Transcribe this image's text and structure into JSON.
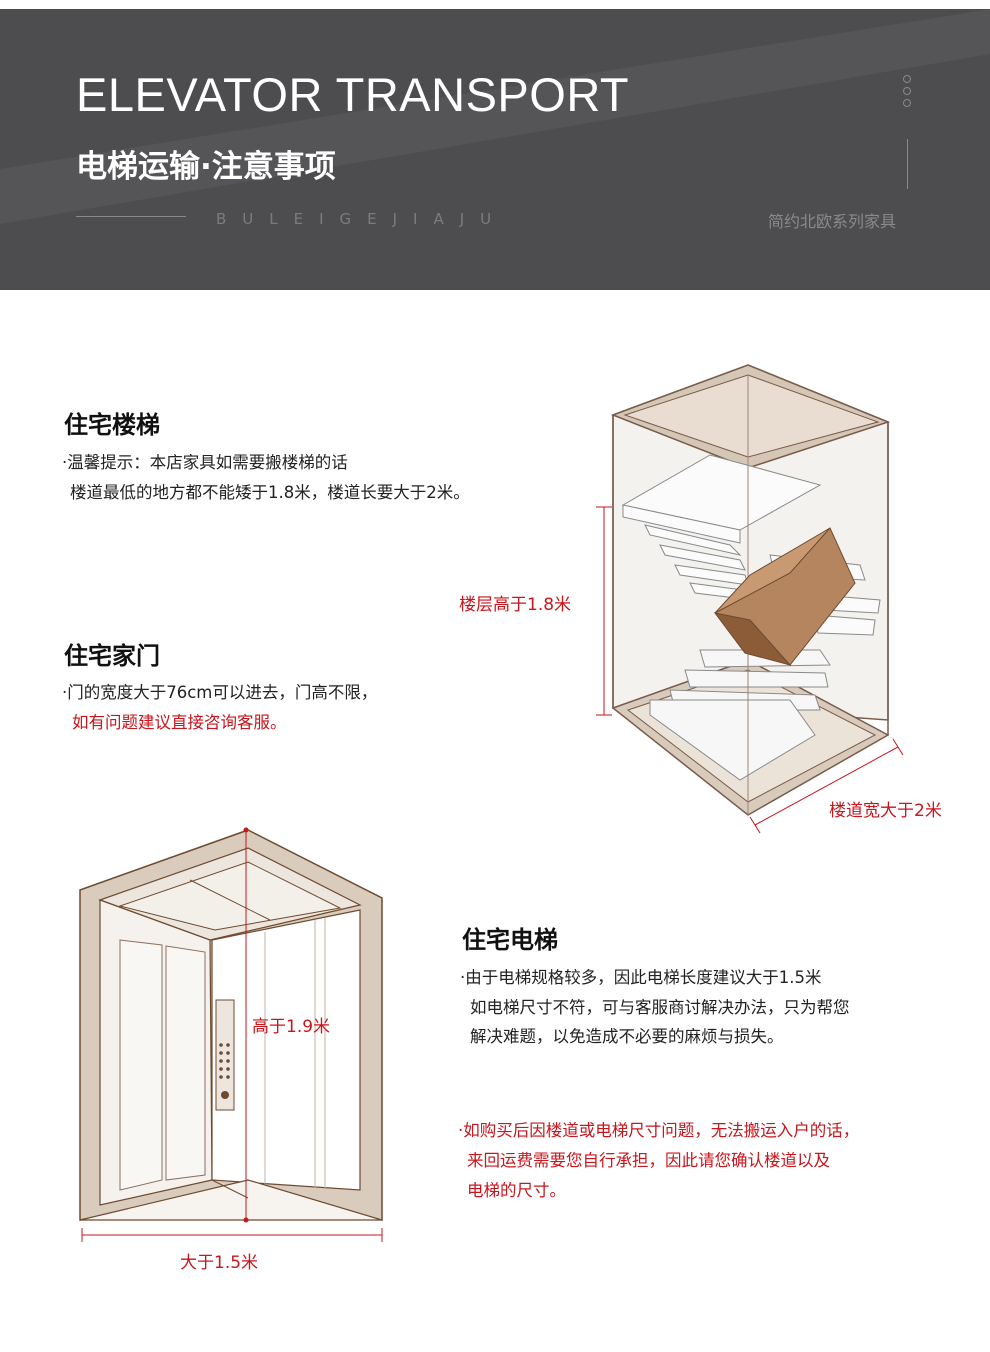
{
  "header": {
    "title_en": "ELEVATOR TRANSPORT",
    "title_cn": "电梯运输·注意事项",
    "spaced_text": "BULEIGEJIAJU",
    "brand": "简约北欧系列家具"
  },
  "stairs": {
    "heading": "住宅楼梯",
    "line1": "·温馨提示：本店家具如需要搬楼梯的话",
    "line2": "楼道最低的地方都不能矮于1.8米，楼道长要大于2米。",
    "height_label": "楼层高于1.8米",
    "width_label": "楼道宽大于2米"
  },
  "door": {
    "heading": "住宅家门",
    "line1": "·门的宽度大于76cm可以进去，门高不限，",
    "line2": "如有问题建议直接咨询客服。"
  },
  "elevator": {
    "heading": "住宅电梯",
    "line1": "·由于电梯规格较多，因此电梯长度建议大于1.5米",
    "line2": "如电梯尺寸不符，可与客服商讨解决办法，只为帮您",
    "line3": "解决难题，以免造成不必要的麻烦与损失。",
    "note1": "·如购买后因楼道或电梯尺寸问题，无法搬运入户的话，",
    "note2": "来回运费需要您自行承担，因此请您确认楼道以及",
    "note3": "电梯的尺寸。",
    "height_label": "高于1.9米",
    "width_label": "大于1.5米"
  }
}
